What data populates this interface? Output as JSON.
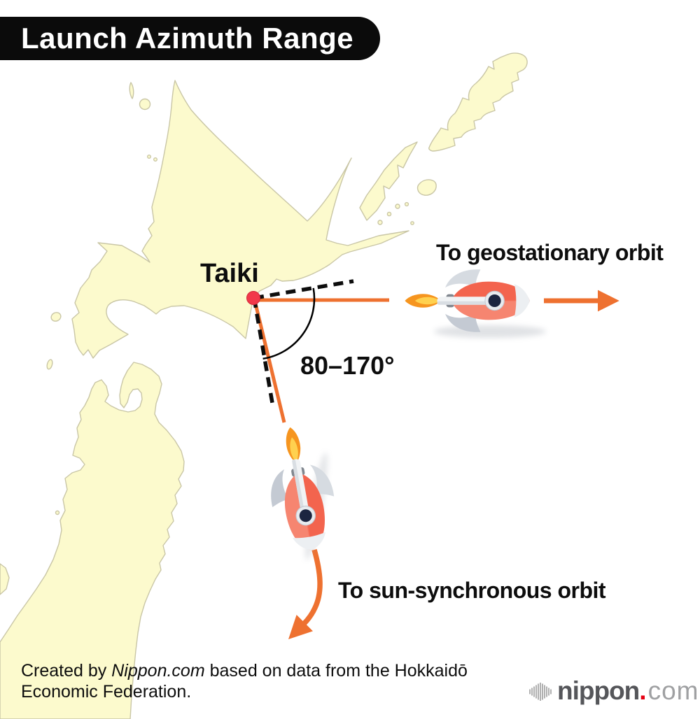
{
  "title": "Launch Azimuth Range",
  "map": {
    "site_label": "Taiki",
    "site_marker_color": "#F2384A",
    "land_color": "#FCFACD",
    "coast_color": "#C9C6A6"
  },
  "annotations": {
    "angle_label": "80–170°",
    "azimuth_from_deg": 80,
    "azimuth_to_deg": 170,
    "geo_label": "To geostationary orbit",
    "sun_label": "To sun-synchronous orbit",
    "arrow_color": "#EE7130",
    "dash_color": "#0D0D0D",
    "arc_color": "#000000"
  },
  "rocket": {
    "body_color": "#F3644E",
    "body_light_color": "#F68570",
    "nose_color": "#ECEFF2",
    "flame_outer_color": "#F6951F",
    "flame_inner_color": "#FFD14F",
    "fin_color": "#CDD3DB",
    "window_color": "#1C2540"
  },
  "footer": {
    "credit_prefix": "Created by ",
    "credit_source": "Nippon.com",
    "credit_suffix": " based on data from the Hokkaidō Economic Federation."
  },
  "logo": {
    "name": "nippon",
    "dot": ".",
    "tld": "com",
    "name_color": "#55565A",
    "dot_color": "#E60012",
    "tld_color": "#9FA0A2",
    "icon": "soundwave-bars-icon"
  }
}
